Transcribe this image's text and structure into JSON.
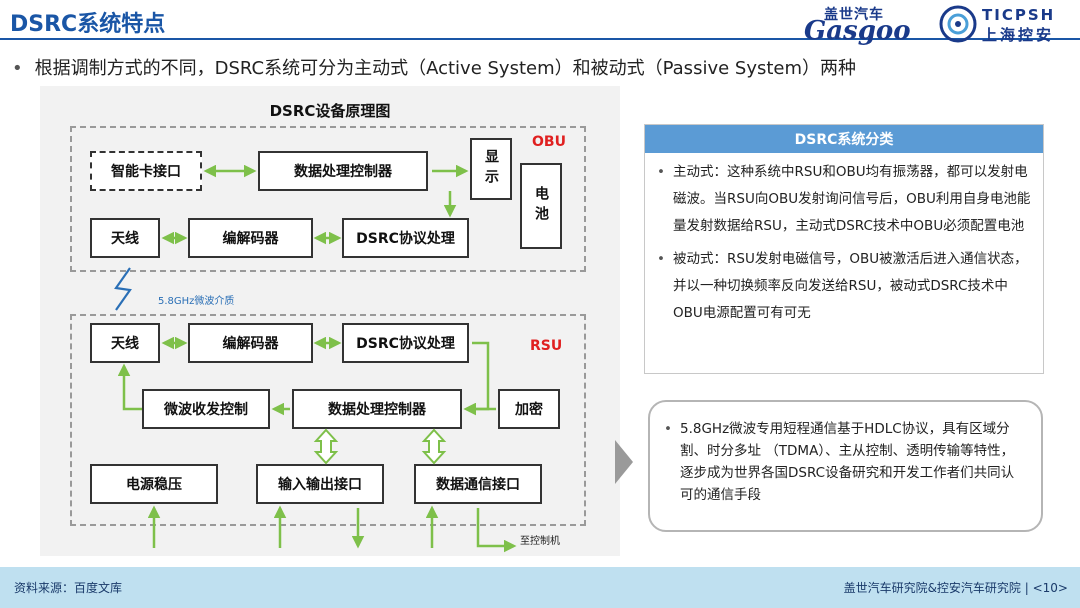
{
  "header": {
    "title": "DSRC系统特点",
    "logo_gasgoo_cn": "盖世汽车",
    "logo_gasgoo_en": "Gasgoo",
    "logo_tic_en": "TICPSH",
    "logo_tic_cn": "上海控安"
  },
  "subtitle": "根据调制方式的不同，DSRC系统可分为主动式（Active System）和被动式（Passive System）两种",
  "diagram": {
    "title": "DSRC设备原理图",
    "obu_label": "OBU",
    "rsu_label": "RSU",
    "wave_label": "5.8GHz微波介质",
    "ctl_label": "至控制机",
    "obu_blocks": {
      "smartcard": "智能卡接口",
      "dp_controller": "数据处理控制器",
      "display": "显示",
      "battery": "电池",
      "antenna": "天线",
      "codec": "编解码器",
      "protocol": "DSRC协议处理"
    },
    "rsu_blocks": {
      "antenna": "天线",
      "codec": "编解码器",
      "protocol": "DSRC协议处理",
      "microwave": "微波收发控制",
      "dp_controller": "数据处理控制器",
      "encrypt": "加密",
      "power": "电源稳压",
      "io": "输入输出接口",
      "datacomm": "数据通信接口"
    }
  },
  "panel": {
    "heading": "DSRC系统分类",
    "items": [
      "主动式：这种系统中RSU和OBU均有振荡器，都可以发射电磁波。当RSU向OBU发射询问信号后，OBU利用自身电池能量发射数据给RSU，主动式DSRC技术中OBU必须配置电池",
      "被动式：RSU发射电磁信号，OBU被激活后进入通信状态，并以一种切换频率反向发送给RSU，被动式DSRC技术中OBU电源配置可有可无"
    ]
  },
  "box2_text": "5.8GHz微波专用短程通信基于HDLC协议，具有区域分割、时分多址 （TDMA）、主从控制、透明传输等特性，逐步成为世界各国DSRC设备研究和开发工作者们共同认可的通信手段",
  "footer": {
    "source": "资料来源：百度文库",
    "org": "盖世汽车研究院&控安汽车研究院 | <10>"
  },
  "colors": {
    "brand_blue": "#1a56a6",
    "arrow_green": "#7ec04a",
    "panel_head": "#5b9bd5",
    "label_red": "#e02020"
  }
}
